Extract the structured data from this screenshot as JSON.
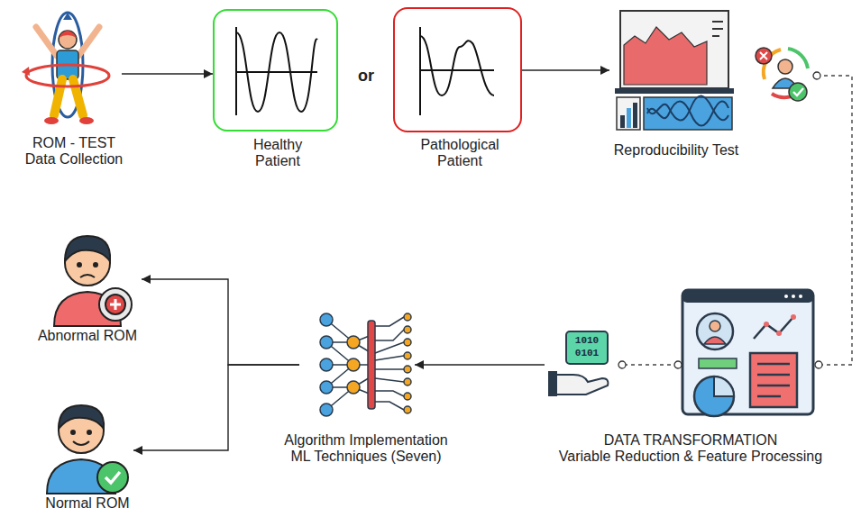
{
  "diagram": {
    "nodes": [
      {
        "text": [
          "ROM - TEST Data Collection"
        ]
      },
      {
        "text": [
          "Healthy Patient"
        ]
      },
      {
        "text": [
          "Pathological Patient"
        ]
      },
      {
        "text": [
          "Reproducibility Test"
        ]
      },
      {
        "text": [
          "DATA TRANSFORMATION",
          "Variable Reduction & Feature Processing"
        ]
      },
      {
        "text": [
          "Algorithm Implementation",
          "ML Techniques (Seven)"
        ]
      },
      {
        "text": [
          "Abnormal ROM"
        ]
      },
      {
        "text": [
          "Normal ROM"
        ]
      }
    ],
    "edges": [
      {
        "from": 0,
        "to": 1,
        "arrow": "to"
      },
      {
        "from": 2,
        "to": 3,
        "arrow": "to"
      },
      {
        "from": 3,
        "to": 4,
        "arrow": "none"
      },
      {
        "from": 4,
        "to": 5,
        "arrow": "to"
      },
      {
        "from": 5,
        "to": 6,
        "arrow": "to"
      },
      {
        "from": 5,
        "to": 7,
        "arrow": "to"
      }
    ],
    "labels": [
      "or",
      "1010",
      "0101"
    ]
  }
}
